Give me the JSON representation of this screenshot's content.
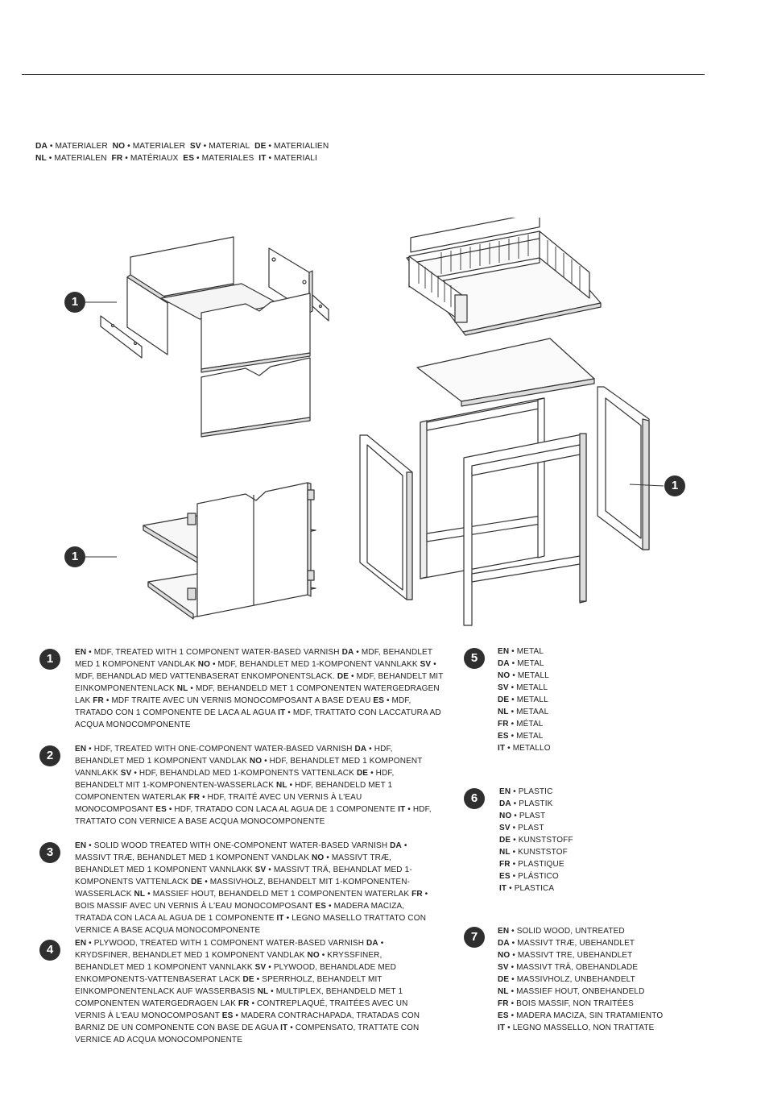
{
  "header": {
    "line1": [
      {
        "code": "DA",
        "text": "MATERIALER"
      },
      {
        "code": "NO",
        "text": "MATERIALER"
      },
      {
        "code": "SV",
        "text": " MATERIAL"
      },
      {
        "code": "DE",
        "text": "MATERIALIEN"
      }
    ],
    "line2": [
      {
        "code": "NL",
        "text": "MATERIALEN"
      },
      {
        "code": "FR",
        "text": " MATÉRIAUX"
      },
      {
        "code": "ES",
        "text": " MATERIALES"
      },
      {
        "code": "IT",
        "text": "MATERIALI"
      }
    ]
  },
  "callouts": [
    "1",
    "1",
    "1"
  ],
  "materials": [
    {
      "number": "1",
      "parts": [
        {
          "code": "EN",
          "text": "MDF, TREATED WITH 1 COMPONENT WATER-BASED VARNISH"
        },
        {
          "code": "DA",
          "text": "MDF, BEHANDLET MED 1 KOMPONENT VANDLAK"
        },
        {
          "code": "NO",
          "text": "MDF, BEHANDLET MED 1-KOMPONENT VANNLAKK"
        },
        {
          "code": "SV",
          "text": "MDF, BEHANDLAD MED VATTENBASERAT ENKOMPONENTSLACK."
        },
        {
          "code": "DE",
          "text": "MDF, BEHANDELT MIT EINKOMPONENTENLACK"
        },
        {
          "code": "NL",
          "text": "MDF, BEHANDELD MET 1 COMPONENTEN WATERGEDRAGEN LAK"
        },
        {
          "code": "FR",
          "text": "MDF TRAITE AVEC UN VERNIS MONOCOMPOSANT A BASE D'EAU"
        },
        {
          "code": "ES",
          "text": "MDF, TRATADO CON 1 COMPONENTE DE LACA AL AGUA"
        },
        {
          "code": "IT",
          "text": "MDF, TRATTATO CON LACCATURA AD ACQUA MONOCOMPONENTE"
        }
      ]
    },
    {
      "number": "2",
      "parts": [
        {
          "code": "EN",
          "text": "HDF, TREATED WITH ONE-COMPONENT WATER-BASED VARNISH"
        },
        {
          "code": "DA",
          "text": "HDF, BEHANDLET MED 1 KOMPONENT VANDLAK"
        },
        {
          "code": "NO",
          "text": "HDF, BEHANDLET MED 1 KOMPONENT VANNLAKK"
        },
        {
          "code": "SV",
          "text": "HDF, BEHANDLAD MED 1-KOMPONENTS VATTENLACK"
        },
        {
          "code": "DE",
          "text": "HDF, BEHANDELT MIT 1-KOMPONENTEN-WASSERLACK"
        },
        {
          "code": "NL",
          "text": "HDF, BEHANDELD MET 1 COMPONENTEN WATERLAK"
        },
        {
          "code": "FR",
          "text": "HDF, TRAITÉ AVEC UN VERNIS À L'EAU MONOCOMPOSANT"
        },
        {
          "code": "ES",
          "text": "HDF, TRATADO CON LACA AL AGUA DE 1 COMPONENTE"
        },
        {
          "code": "IT",
          "text": "HDF, TRATTATO CON VERNICE A BASE ACQUA MONOCOMPONENTE"
        }
      ]
    },
    {
      "number": "3",
      "parts": [
        {
          "code": "EN",
          "text": "SOLID WOOD TREATED WITH ONE-COMPONENT WATER-BASED VARNISH"
        },
        {
          "code": "DA",
          "text": "MASSIVT TRÆ, BEHANDLET MED 1 KOMPONENT VANDLAK"
        },
        {
          "code": "NO",
          "text": " MASSIVT TRÆ, BEHANDLET MED 1 KOMPONENT VANNLAKK"
        },
        {
          "code": "SV",
          "text": "MASSIVT TRÄ, BEHANDLAT MED 1-KOMPONENTS VATTENLACK"
        },
        {
          "code": "DE",
          "text": "MASSIVHOLZ, BEHANDELT MIT 1-KOMPONENTEN-WASSERLACK"
        },
        {
          "code": "NL",
          "text": "MASSIEF HOUT, BEHANDELD MET 1 COMPONENTEN WATERLAK"
        },
        {
          "code": "FR",
          "text": "BOIS MASSIF AVEC UN VERNIS À L'EAU MONOCOMPOSANT"
        },
        {
          "code": "ES",
          "text": "MADERA MACIZA, TRATADA CON LACA AL AGUA DE 1 COMPONENTE"
        },
        {
          "code": "IT",
          "text": "LEGNO MASELLO TRATTATO CON VERNICE A BASE ACQUA MONOCOMPONENTE"
        }
      ]
    },
    {
      "number": "4",
      "parts": [
        {
          "code": "EN",
          "text": "PLYWOOD, TREATED WITH 1 COMPONENT WATER-BASED VARNISH"
        },
        {
          "code": "DA",
          "text": "KRYDSFINER, BEHANDLET MED 1 KOMPONENT VANDLAK"
        },
        {
          "code": "NO",
          "text": " KRYSSFINER, BEHANDLET MED 1 KOMPONENT VANNLAKK"
        },
        {
          "code": "SV",
          "text": "PLYWOOD, BEHANDLADE MED ENKOMPONENTS-VATTENBASERAT LACK "
        },
        {
          "code": "DE",
          "text": "SPERRHOLZ, BEHANDELT MIT EINKOMPONENTENLACK AUF WASSERBASIS "
        },
        {
          "code": "NL",
          "text": "MULTIPLEX, BEHANDELD MET 1 COMPONENTEN WATERGEDRAGEN LAK"
        },
        {
          "code": "FR",
          "text": "CONTREPLAQUÉ, TRAITÉES AVEC UN VERNIS À L'EAU MONOCOMPOSANT"
        },
        {
          "code": "ES",
          "text": "MADERA CONTRACHAPADA, TRATADAS CON BARNIZ DE UN COMPONENTE CON BASE DE AGUA"
        },
        {
          "code": "IT",
          "text": "COMPENSATO, TRATTATE CON VERNICE AD ACQUA MONOCOMPONENTE"
        }
      ]
    },
    {
      "number": "5",
      "parts": [
        {
          "code": "EN",
          "text": "METAL"
        },
        {
          "code": "DA",
          "text": "METAL"
        },
        {
          "code": "NO",
          "text": " METALL"
        },
        {
          "code": "SV",
          "text": "METALL"
        },
        {
          "code": "DE",
          "text": "METALL"
        },
        {
          "code": "NL",
          "text": "METAAL"
        },
        {
          "code": "FR",
          "text": "MÉTAL"
        },
        {
          "code": "ES",
          "text": "METAL"
        },
        {
          "code": "IT",
          "text": "METALLO"
        }
      ]
    },
    {
      "number": "6",
      "parts": [
        {
          "code": "EN",
          "text": "PLASTIC"
        },
        {
          "code": "DA",
          "text": "PLASTIK"
        },
        {
          "code": "NO",
          "text": " PLAST"
        },
        {
          "code": "SV",
          "text": "PLAST"
        },
        {
          "code": "DE",
          "text": "KUNSTSTOFF"
        },
        {
          "code": "NL",
          "text": "KUNSTSTOF"
        },
        {
          "code": "FR",
          "text": "PLASTIQUE"
        },
        {
          "code": "ES",
          "text": "PLÁSTICO"
        },
        {
          "code": "IT",
          "text": "PLASTICA"
        }
      ]
    },
    {
      "number": "7",
      "parts": [
        {
          "code": "EN",
          "text": "SOLID WOOD, UNTREATED"
        },
        {
          "code": "DA",
          "text": "MASSIVT TRÆ, UBEHANDLET"
        },
        {
          "code": "NO",
          "text": " MASSIVT TRE, UBEHANDLET"
        },
        {
          "code": "SV",
          "text": "MASSIVT TRÄ, OBEHANDLADE"
        },
        {
          "code": "DE",
          "text": "MASSIVHOLZ, UNBEHANDELT"
        },
        {
          "code": "NL",
          "text": "MASSIEF HOUT, ONBEHANDELD"
        },
        {
          "code": "FR",
          "text": "BOIS MASSIF, NON TRAITÉES"
        },
        {
          "code": "ES",
          "text": "MADERA MACIZA, SIN TRATAMIENTO"
        },
        {
          "code": "IT",
          "text": "LEGNO MASSELLO, NON TRATTATE"
        }
      ]
    }
  ]
}
